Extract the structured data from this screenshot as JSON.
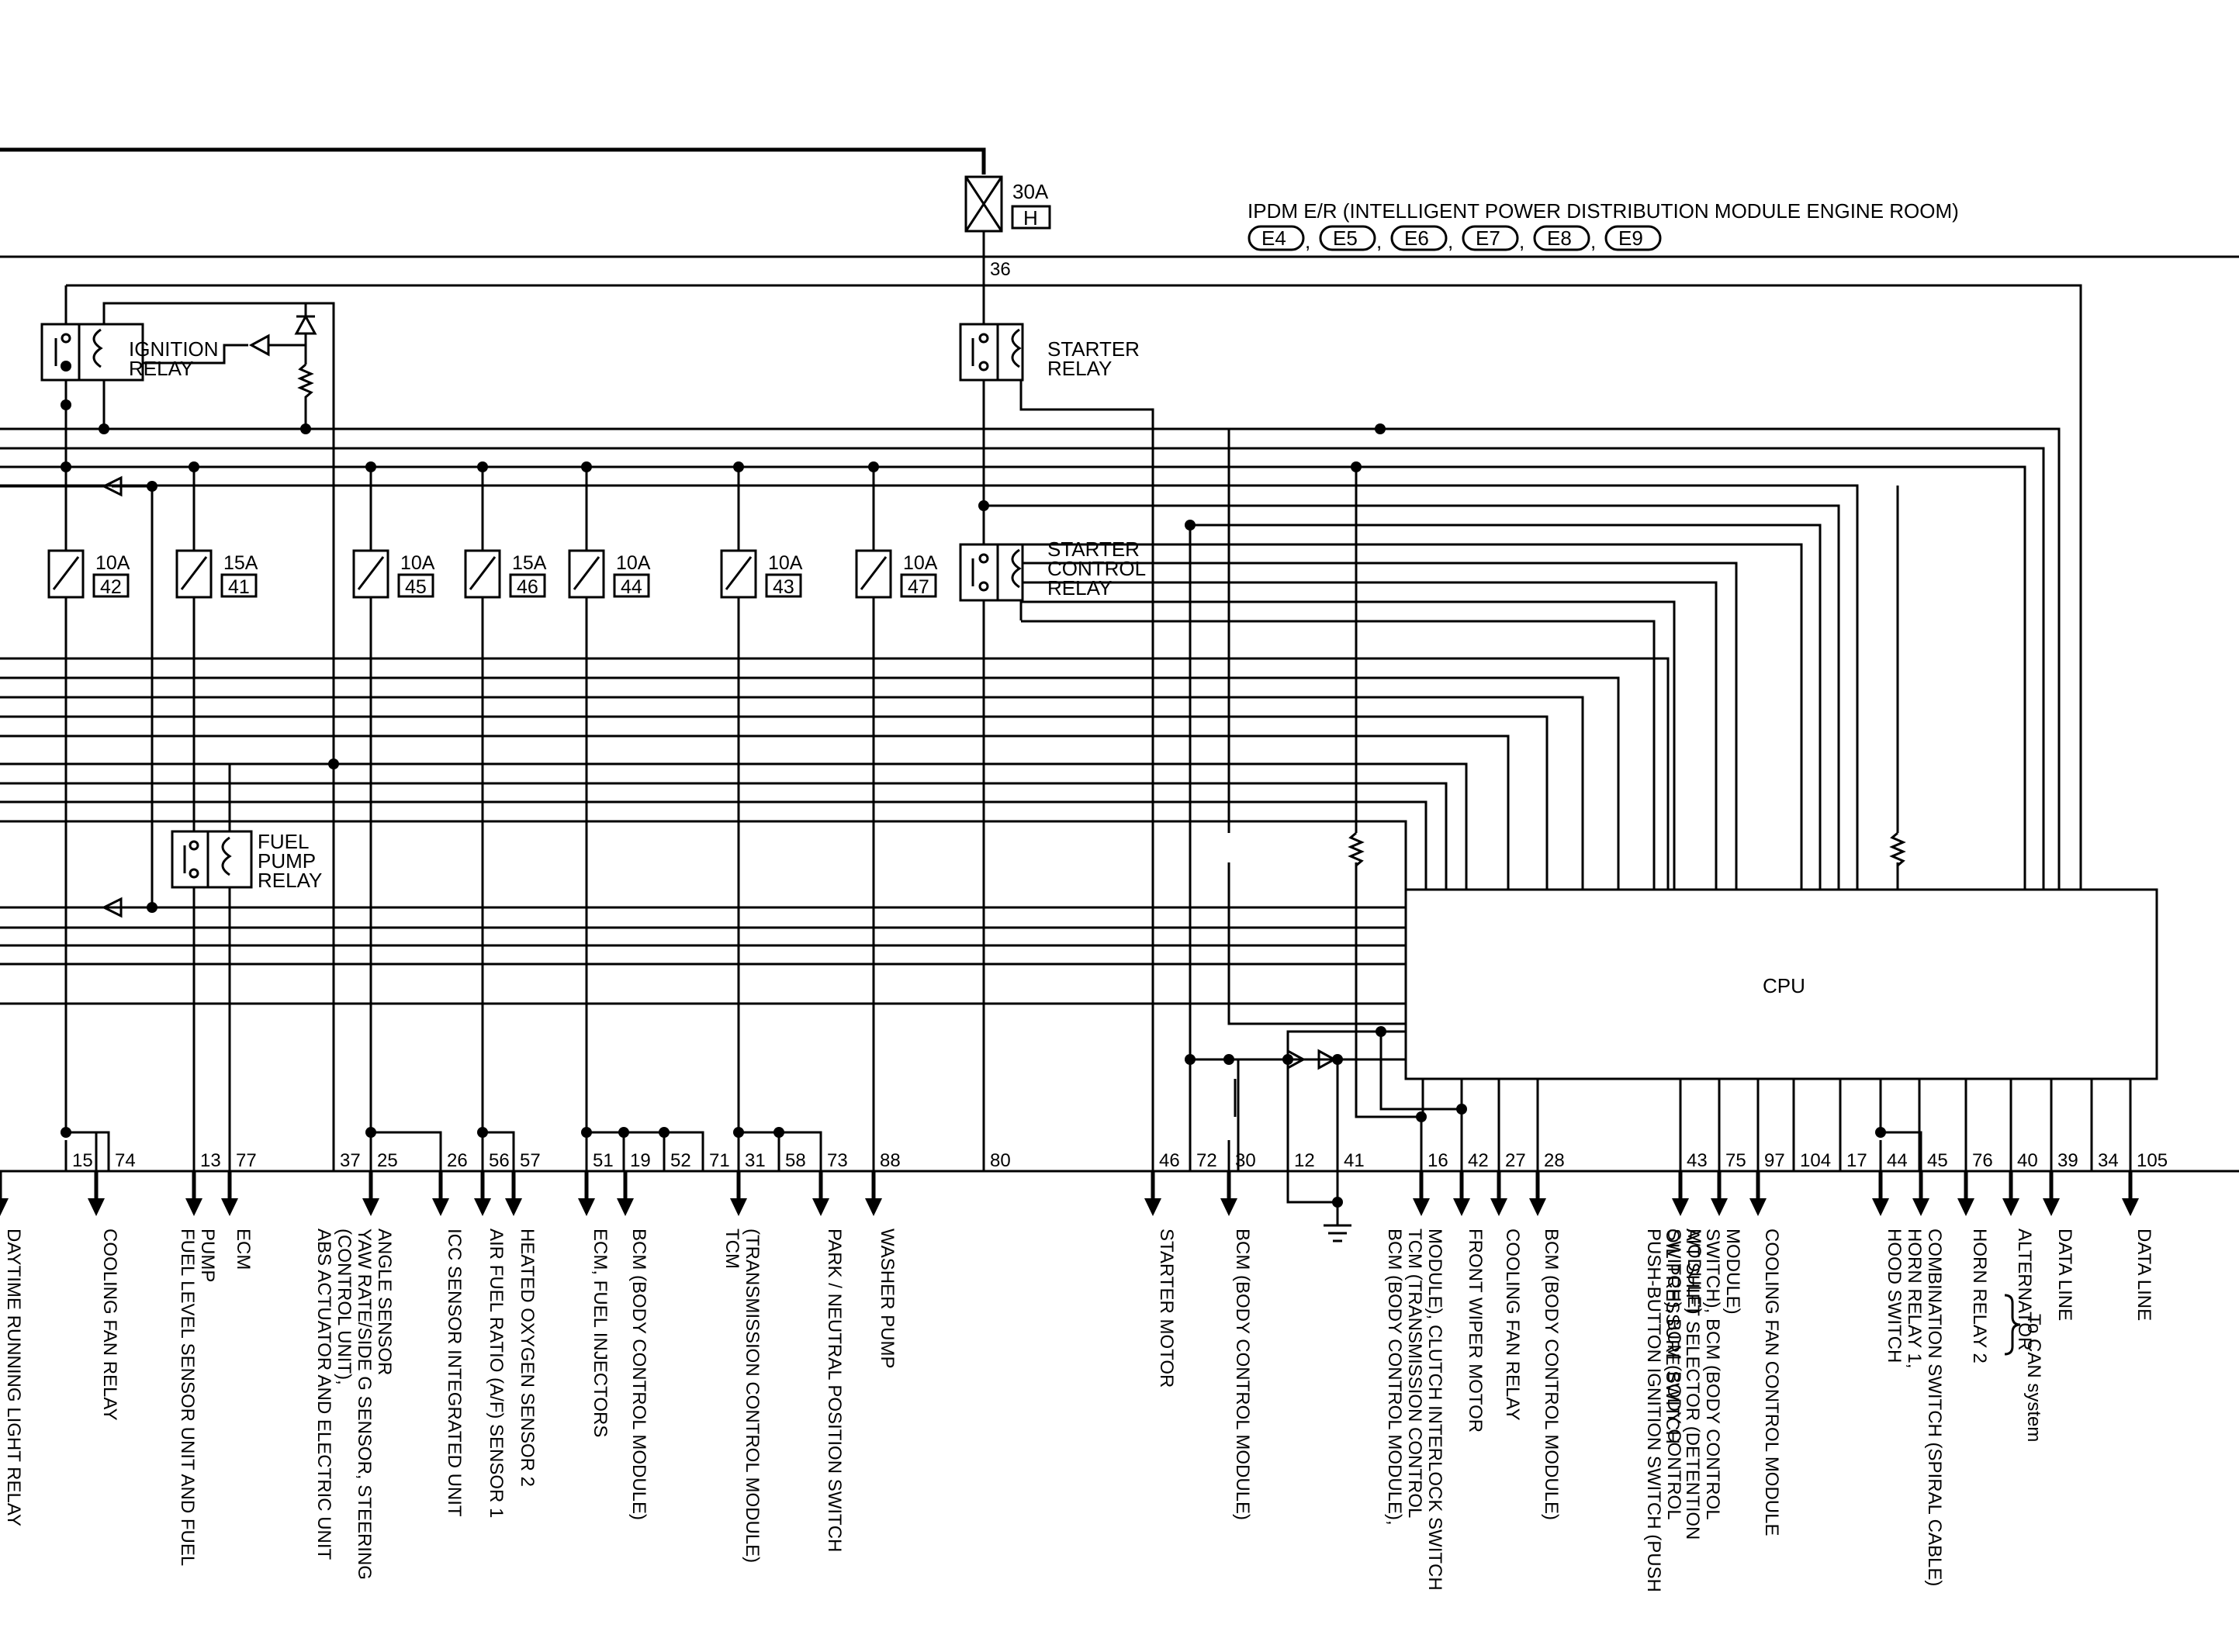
{
  "module": {
    "title": "IPDM E/R (INTELLIGENT POWER DISTRIBUTION MODULE ENGINE ROOM)",
    "connectors": [
      "E4",
      "E5",
      "E6",
      "E7",
      "E8",
      "E9"
    ],
    "cpu_label": "CPU",
    "supply_pin": "36"
  },
  "main_fuse": {
    "amps": "30A",
    "id": "H"
  },
  "relays": {
    "ignition": [
      "IGNITION",
      "RELAY"
    ],
    "starter": [
      "STARTER",
      "RELAY"
    ],
    "starter_control": [
      "STARTER",
      "CONTROL",
      "RELAY"
    ],
    "fuel_pump": [
      "FUEL",
      "PUMP",
      "RELAY"
    ]
  },
  "fuses": [
    {
      "amps": "10A",
      "num": "42"
    },
    {
      "amps": "15A",
      "num": "41"
    },
    {
      "amps": "10A",
      "num": "45"
    },
    {
      "amps": "15A",
      "num": "46"
    },
    {
      "amps": "10A",
      "num": "44"
    },
    {
      "amps": "10A",
      "num": "43"
    },
    {
      "amps": "10A",
      "num": "47"
    }
  ],
  "terminals": [
    "15",
    "74",
    "13",
    "77",
    "37",
    "25",
    "26",
    "56",
    "57",
    "51",
    "19",
    "52",
    "71",
    "31",
    "58",
    "73",
    "88",
    "80",
    "46",
    "72",
    "30",
    "12",
    "41",
    "16",
    "42",
    "27",
    "28",
    "43",
    "75",
    "97",
    "104",
    "17",
    "44",
    "45",
    "76",
    "40",
    "39",
    "34",
    "105"
  ],
  "outputs": [
    {
      "lines": [
        "COOLING FAN RELAY"
      ]
    },
    {
      "lines": [
        "FUEL LEVEL SENSOR UNIT AND FUEL",
        "PUMP"
      ]
    },
    {
      "lines": [
        "ECM"
      ]
    },
    {
      "lines": [
        "ABS ACTUATOR AND ELECTRIC UNIT",
        "(CONTROL UNIT),",
        "YAW RATE/SIDE G SENSOR, STEERING",
        "ANGLE SENSOR"
      ]
    },
    {
      "lines": [
        "ICC SENSOR INTEGRATED UNIT"
      ]
    },
    {
      "lines": [
        "AIR FUEL RATIO (A/F) SENSOR 1"
      ]
    },
    {
      "lines": [
        "HEATED OXYGEN SENSOR 2"
      ]
    },
    {
      "lines": [
        "ECM, FUEL INJECTORS"
      ]
    },
    {
      "lines": [
        "BCM (BODY CONTROL MODULE)"
      ]
    },
    {
      "lines": [
        "TCM",
        "(TRANSMISSION CONTROL MODULE)"
      ]
    },
    {
      "lines": [
        "PARK / NEUTRAL POSITION SWITCH"
      ]
    },
    {
      "lines": [
        "WASHER PUMP"
      ]
    },
    {
      "lines": [
        "STARTER MOTOR"
      ]
    },
    {
      "lines": [
        "BCM (BODY CONTROL MODULE)"
      ]
    },
    {
      "lines": [
        "BCM (BODY CONTROL MODULE),",
        "TCM (TRANSMISSION CONTROL",
        "MODULE), CLUTCH INTERLOCK SWITCH"
      ]
    },
    {
      "lines": [
        "FRONT WIPER MOTOR"
      ]
    },
    {
      "lines": [
        "COOLING FAN RELAY"
      ]
    },
    {
      "lines": [
        "BCM (BODY CONTROL MODULE)"
      ]
    },
    {
      "lines": [
        "PUSH-BUTTON IGNITION SWITCH (PUSH",
        "SWITCH), BCM (BODY CONTROL",
        "MODULE)"
      ]
    },
    {
      "lines": [
        "OIL PRESSURE SWITCH",
        "A/T SHIFT SELECTOR (DETENTION",
        "SWITCH), BCM (BODY CONTROL",
        "MODULE)"
      ]
    },
    {
      "lines": [
        "COOLING FAN CONTROL MODULE"
      ]
    },
    {
      "lines": [
        "HOOD SWITCH"
      ]
    },
    {
      "lines": [
        "HORN RELAY 1,",
        "COMBINATION SWITCH (SPIRAL CABLE)"
      ]
    },
    {
      "lines": [
        "HORN RELAY 2"
      ]
    },
    {
      "lines": [
        "ALTERNATOR"
      ]
    },
    {
      "lines": [
        "DATA LINE"
      ]
    },
    {
      "lines": [
        "DATA LINE"
      ]
    },
    {
      "lines": [
        "DAYTIME RUNNING LIGHT RELAY"
      ]
    }
  ],
  "can_note": "To CAN system",
  "colors": {
    "ink": "#000000",
    "paper": "#ffffff"
  }
}
